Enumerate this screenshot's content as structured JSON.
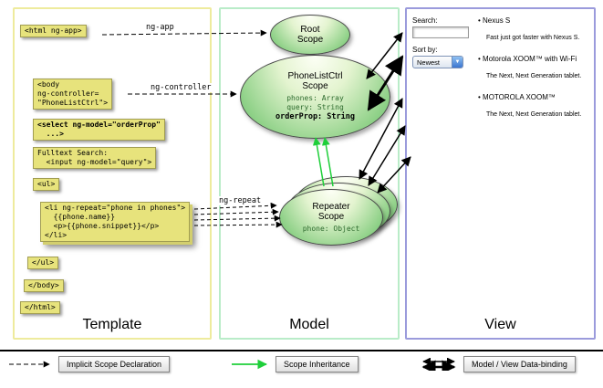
{
  "columns": {
    "template": {
      "label": "Template"
    },
    "model": {
      "label": "Model"
    },
    "view": {
      "label": "View"
    }
  },
  "template_code": {
    "html_open": "<html ng-app>",
    "body_open": "<body\nng-controller=\n\"PhoneListCtrl\">",
    "select": "<select ng-model=\"orderProp\"\n  ...>",
    "search": "Fulltext Search:\n  <input ng-model=\"query\">",
    "ul_open": "<ul>",
    "li_repeat": "<li ng-repeat=\"phone in phones\">\n  {{phone.name}}\n  <p>{{phone.snippet}}</p>\n</li>",
    "ul_close": "</ul>",
    "body_close": "</body>",
    "html_close": "</html>"
  },
  "arrow_labels": {
    "ng_app": "ng-app",
    "ng_controller": "ng-controller",
    "ng_repeat": "ng-repeat"
  },
  "scopes": {
    "root": {
      "title": "Root\nScope"
    },
    "phone_list": {
      "title": "PhoneListCtrl\nScope",
      "properties": "phones: Array\nquery: String",
      "bold_property": "orderProp: String"
    },
    "repeater": {
      "title": "Repeater\nScope",
      "property": "phone: Object"
    }
  },
  "view": {
    "search_label": "Search:",
    "sort_label": "Sort by:",
    "sort_value": "Newest",
    "items": [
      {
        "name": "Nexus S",
        "snippet": "Fast just got faster with Nexus S."
      },
      {
        "name": "Motorola XOOM™ with Wi-Fi",
        "snippet": "The Next, Next Generation tablet."
      },
      {
        "name": "MOTOROLA XOOM™",
        "snippet": "The Next, Next Generation tablet."
      }
    ]
  },
  "legend": {
    "implicit": "Implicit Scope Declaration",
    "inheritance": "Scope Inheritance",
    "binding": "Model / View Data-binding"
  },
  "colors": {
    "code_box_yellow": "#e7e37c",
    "template_border_yellow": "#eeeb9d",
    "model_border_green": "#b9ecc8",
    "view_border_blue": "#9b9bdc",
    "scope_fill_green": "#8fd188",
    "inheritance_green": "#1fcf3a"
  }
}
